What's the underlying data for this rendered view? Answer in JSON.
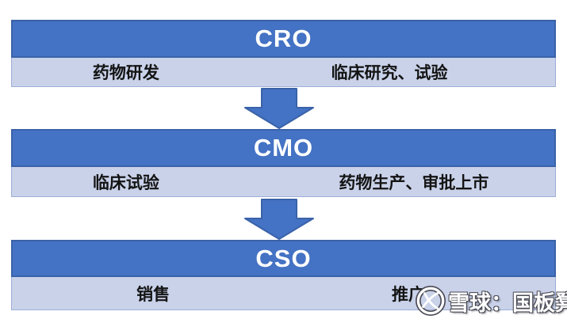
{
  "diagram": {
    "blocks": [
      {
        "title": "CRO",
        "left": "药物研发",
        "right": "临床研究、试验"
      },
      {
        "title": "CMO",
        "left": "临床试验",
        "right": "药物生产、审批上市"
      },
      {
        "title": "CSO",
        "left": "销售",
        "right": "推广"
      }
    ],
    "arrow_icon": "down-block-arrow",
    "colors": {
      "header_fill": "#4472C4",
      "header_border": "#3A62A8",
      "header_text": "#FFFFFF",
      "row_fill": "#C9D2E9",
      "row_border": "#9FAFD6",
      "row_text": "#141414",
      "arrow_fill": "#4472C4",
      "arrow_border": "#3A62A8",
      "background": "#FFFFFF"
    }
  },
  "watermark": {
    "logo": "xueqiu-snowball-logo",
    "site": "雪球",
    "separator": "：",
    "username": "国板凳特"
  }
}
